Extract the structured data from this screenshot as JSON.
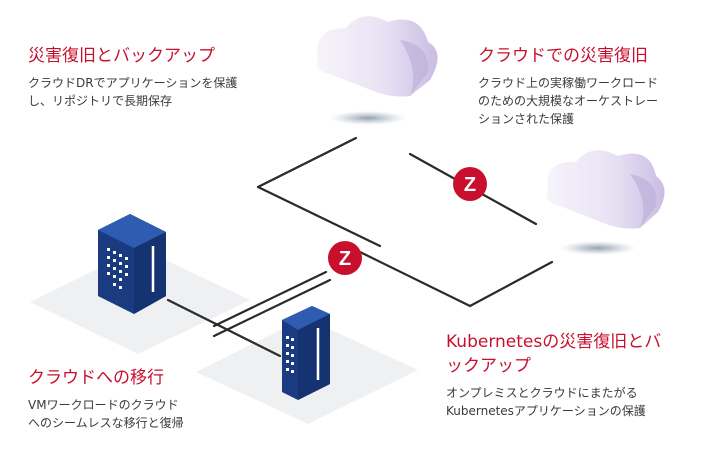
{
  "blocks": {
    "top_left": {
      "title": "災害復旧とバックアップ",
      "desc": "クラウドDRでアプリケーションを保護\nし、リポジトリで長期保存"
    },
    "top_right": {
      "title": "クラウドでの災害復旧",
      "desc": "クラウド上の実稼働ワークロード\nのための大規模なオーケストレー\nションされた保護"
    },
    "bottom_left": {
      "title": "クラウドへの移行",
      "desc": "VMワークロードのクラウド\nへのシームレスな移行と復帰"
    },
    "bottom_right": {
      "title": "Kubernetesの災害復旧とバ\nックアップ",
      "desc": "オンプレミスとクラウドにまたがる\nKubernetesアプリケーションの保護"
    }
  },
  "logo": {
    "letter": "Z"
  },
  "colors": {
    "accent": "#c8102e",
    "server_dark": "#1d3f86",
    "cloud_light": "#f4f0fa",
    "cloud_shade": "#c5b9e0",
    "line": "#2a2a2a"
  }
}
